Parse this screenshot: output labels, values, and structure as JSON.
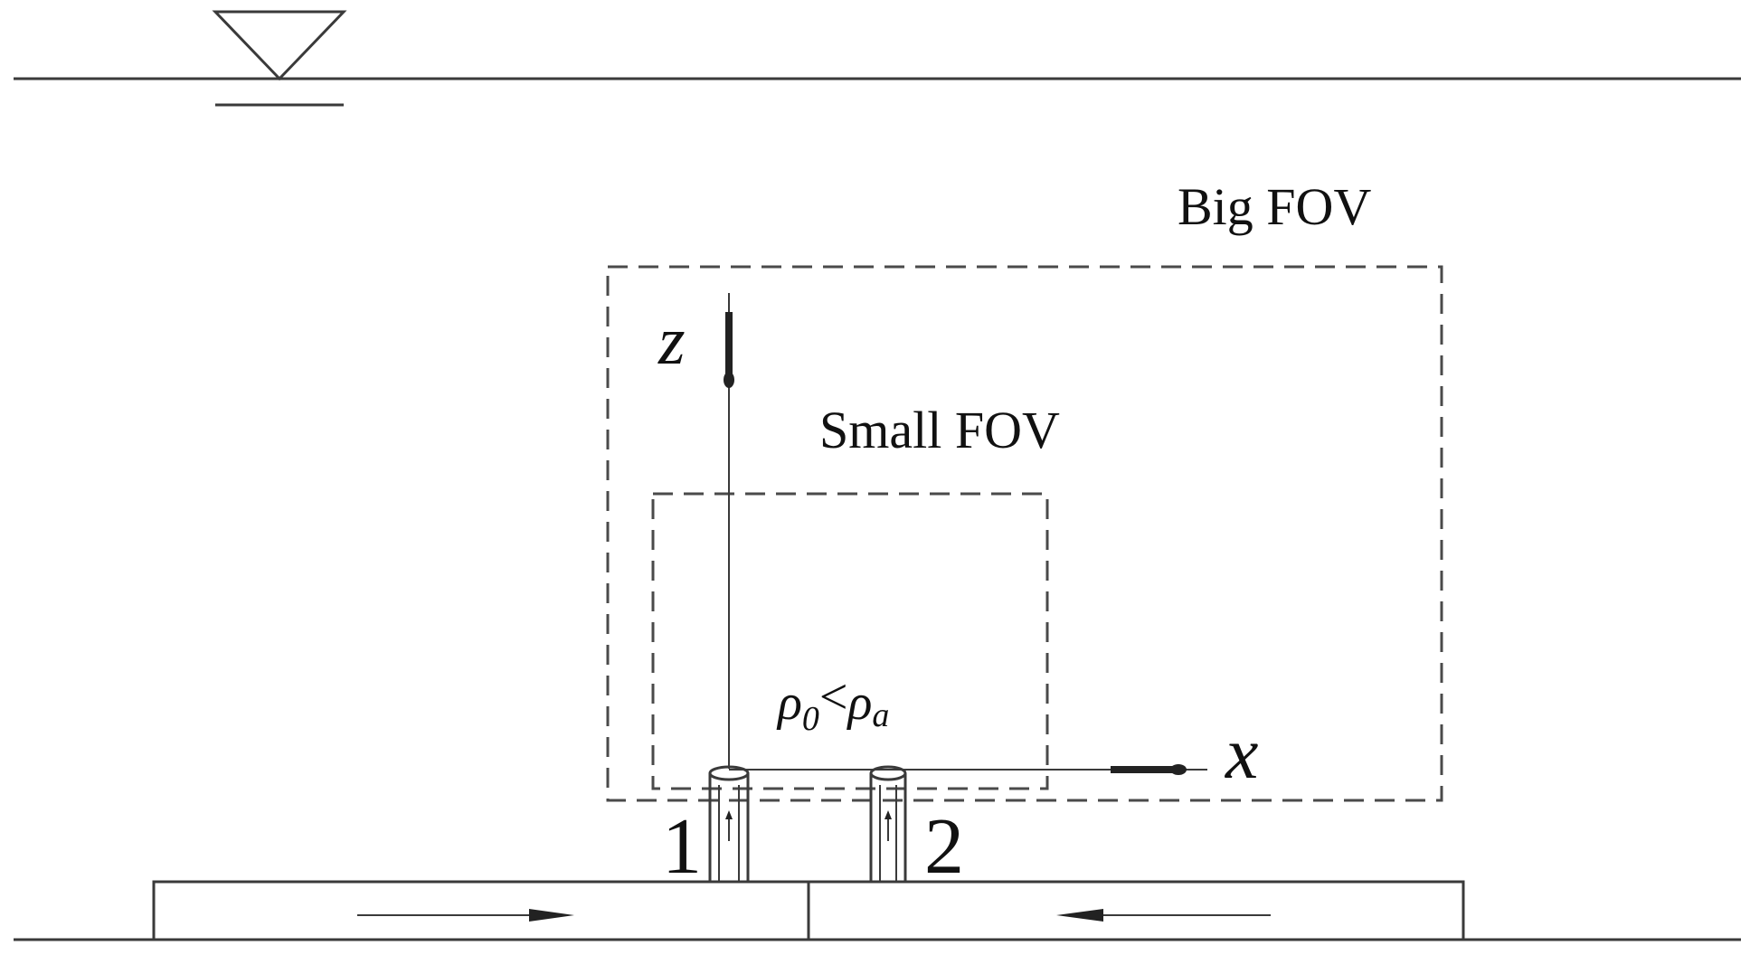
{
  "labels": {
    "big_fov": "Big FOV",
    "small_fov": "Small FOV",
    "axis_z": "z",
    "axis_x": "x",
    "density_rho": "ρ",
    "density_sub_0": "0",
    "density_lt": "<",
    "density_sub_a": "a",
    "jet_1": "1",
    "jet_2": "2"
  },
  "colors": {
    "line": "#3a3a3a",
    "text": "#111111",
    "background": "#ffffff"
  },
  "icons": {
    "free_surface": "water-surface-triangle-icon"
  }
}
